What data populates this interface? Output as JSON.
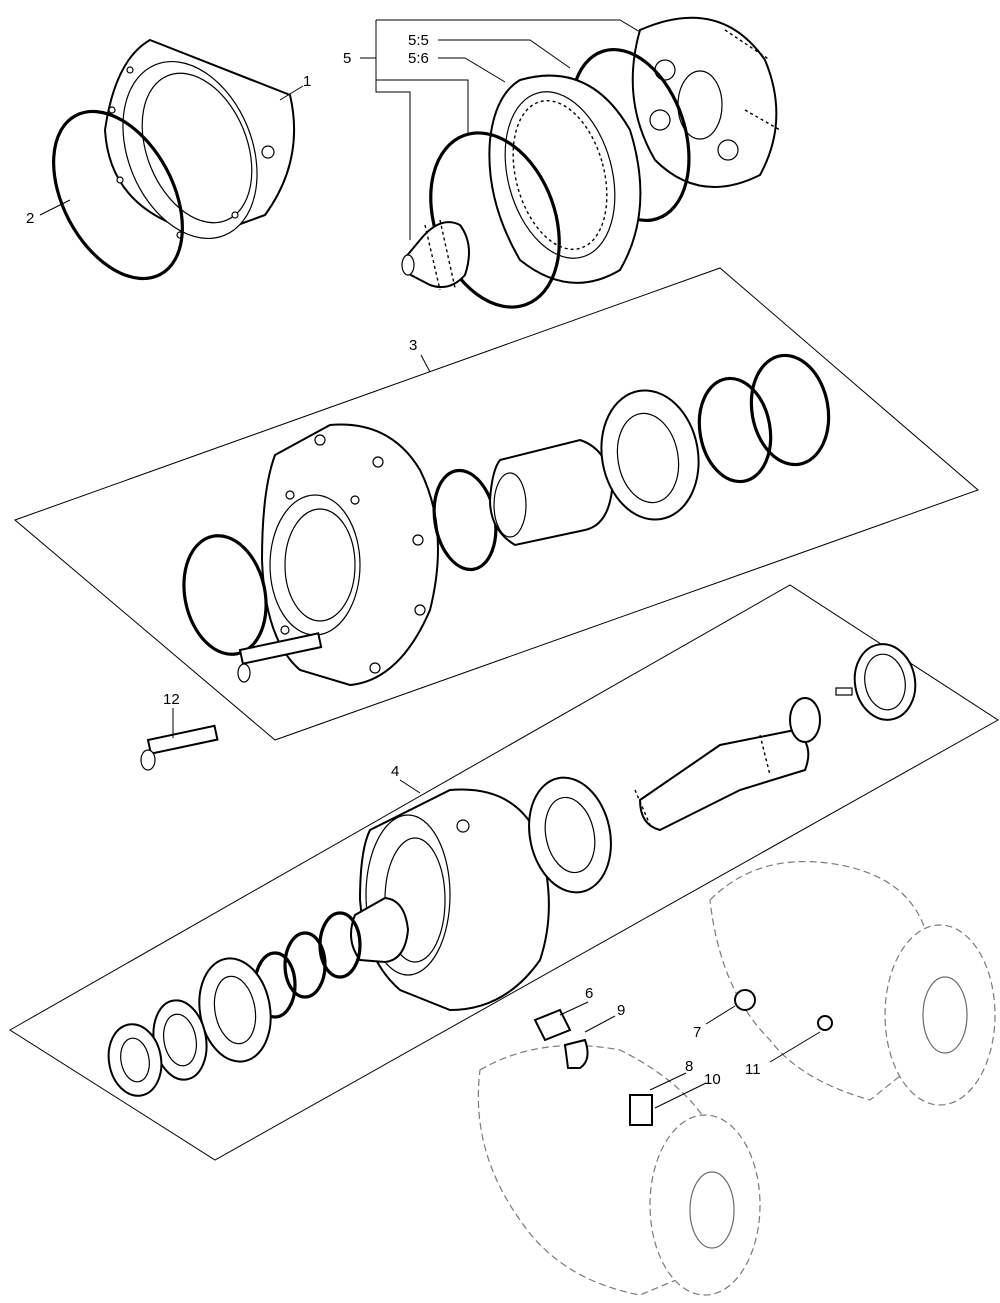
{
  "callouts": {
    "c1": "1",
    "c2": "2",
    "c3": "3",
    "c4": "4",
    "c5": "5",
    "c5_5": "5:5",
    "c5_6": "5:6",
    "c6": "6",
    "c7": "7",
    "c8": "8",
    "c9": "9",
    "c10": "10",
    "c11": "11",
    "c12": "12"
  }
}
